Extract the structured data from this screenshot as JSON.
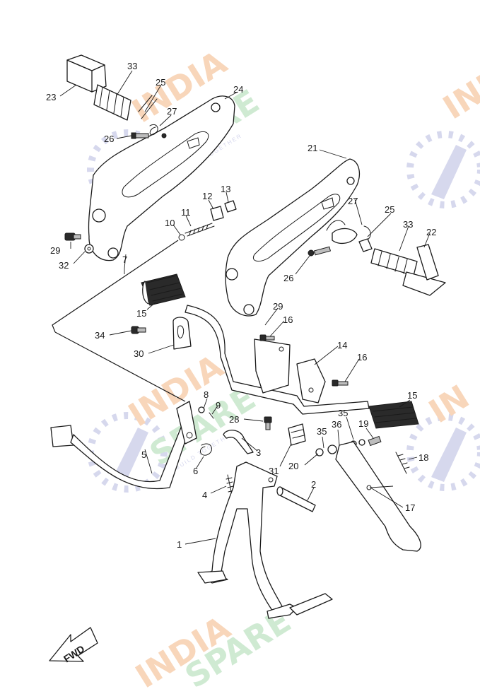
{
  "diagram": {
    "callouts": [
      "1",
      "2",
      "3",
      "4",
      "5",
      "6",
      "7",
      "8",
      "9",
      "10",
      "11",
      "12",
      "13",
      "14",
      "15",
      "15",
      "16",
      "16",
      "17",
      "18",
      "19",
      "20",
      "21",
      "22",
      "23",
      "24",
      "25",
      "25",
      "26",
      "26",
      "27",
      "27",
      "28",
      "29",
      "29",
      "30",
      "31",
      "32",
      "33",
      "33",
      "34",
      "35",
      "35",
      "36"
    ],
    "direction_label": "FWD"
  },
  "watermark": {
    "line1": "INDIA",
    "line2": "SPARE",
    "tagline": "BUILD TOGETHER",
    "colors": {
      "orange": "#f6c9a4",
      "green": "#bfe3c4",
      "blue": "#c9cbe8"
    }
  }
}
